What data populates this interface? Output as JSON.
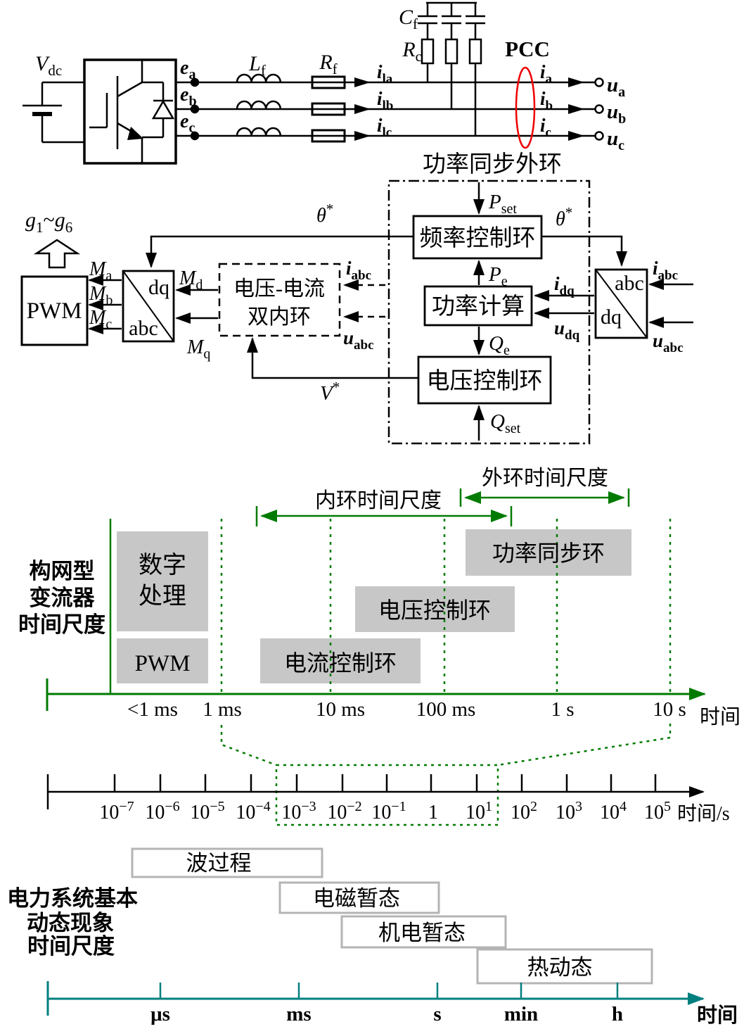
{
  "colors": {
    "green": "#007b00",
    "teal": "#007f7f",
    "red": "#ee0000",
    "gray_fill": "#c7c7c7",
    "box_border": "#b4b4b4",
    "black": "#000000"
  },
  "circuit": {
    "vdc": {
      "m": "V",
      "s": "dc"
    },
    "e_a": {
      "m": "e",
      "s": "a"
    },
    "e_b": {
      "m": "e",
      "s": "b"
    },
    "e_c": {
      "m": "e",
      "s": "c"
    },
    "lf": {
      "m": "L",
      "s": "f"
    },
    "rf": {
      "m": "R",
      "s": "f"
    },
    "cf": {
      "m": "C",
      "s": "f"
    },
    "rc": {
      "m": "R",
      "s": "c"
    },
    "i_la": {
      "m": "i",
      "s": "la"
    },
    "i_lb": {
      "m": "i",
      "s": "lb"
    },
    "i_lc": {
      "m": "i",
      "s": "lc"
    },
    "pcc": "PCC",
    "i_a": {
      "m": "i",
      "s": "a"
    },
    "i_b": {
      "m": "i",
      "s": "b"
    },
    "i_c": {
      "m": "i",
      "s": "c"
    },
    "u_a": {
      "m": "u",
      "s": "a"
    },
    "u_b": {
      "m": "u",
      "s": "b"
    },
    "u_c": {
      "m": "u",
      "s": "c"
    }
  },
  "control": {
    "title": "功率同步外环",
    "gates": {
      "g1": "g",
      "n1": "1",
      "tilde": "~",
      "g2": "g",
      "n2": "6"
    },
    "pwm": "PWM",
    "m_a": {
      "m": "M",
      "s": "a"
    },
    "m_b": {
      "m": "M",
      "s": "b"
    },
    "m_c": {
      "m": "M",
      "s": "c"
    },
    "m_d": {
      "m": "M",
      "s": "d"
    },
    "m_q": {
      "m": "M",
      "s": "q"
    },
    "dq": "dq",
    "abc": "abc",
    "dual_loop_l1": "电压-电流",
    "dual_loop_l2": "双内环",
    "freq_loop": "频率控制环",
    "power_calc": "功率计算",
    "volt_loop": "电压控制环",
    "p_set": {
      "m": "P",
      "s": "set"
    },
    "p_e": {
      "m": "P",
      "s": "e"
    },
    "q_e": {
      "m": "Q",
      "s": "e"
    },
    "q_set": {
      "m": "Q",
      "s": "set"
    },
    "theta": {
      "m": "θ",
      "p": "*"
    },
    "v_ref": {
      "m": "V",
      "p": "*"
    },
    "i_abc": {
      "m": "i",
      "s": "abc"
    },
    "u_abc": {
      "m": "u",
      "s": "abc"
    },
    "i_dq": {
      "m": "i",
      "s": "dq"
    },
    "u_dq": {
      "m": "u",
      "s": "dq"
    }
  },
  "conv_ts": {
    "side": [
      "构网型",
      "变流器",
      "时间尺度"
    ],
    "inner_label": "内环时间尺度",
    "outer_label": "外环时间尺度",
    "digital_l1": "数字",
    "digital_l2": "处理",
    "pwm": "PWM",
    "current_loop": "电流控制环",
    "voltage_loop": "电压控制环",
    "power_sync": "功率同步环",
    "ticks": [
      "<1 ms",
      "1 ms",
      "10 ms",
      "100 ms",
      "1 s",
      "10 s"
    ],
    "title": "时间"
  },
  "log_axis": {
    "ticks": [
      {
        "b": "10",
        "e": "−7"
      },
      {
        "b": "10",
        "e": "−6"
      },
      {
        "b": "10",
        "e": "−5"
      },
      {
        "b": "10",
        "e": "−4"
      },
      {
        "b": "10",
        "e": "−3"
      },
      {
        "b": "10",
        "e": "−2"
      },
      {
        "b": "10",
        "e": "−1"
      },
      {
        "b": "1",
        "e": ""
      },
      {
        "b": "10",
        "e": "1"
      },
      {
        "b": "10",
        "e": "2"
      },
      {
        "b": "10",
        "e": "3"
      },
      {
        "b": "10",
        "e": "4"
      },
      {
        "b": "10",
        "e": "5"
      }
    ],
    "title": "时间/s"
  },
  "sys_ts": {
    "side": [
      "电力系统基本",
      "动态现象",
      "时间尺度"
    ],
    "boxes": [
      "波过程",
      "电磁暂态",
      "机电暂态",
      "热动态"
    ],
    "ticks": [
      "μs",
      "ms",
      "s",
      "min",
      "h"
    ],
    "title": "时间"
  }
}
